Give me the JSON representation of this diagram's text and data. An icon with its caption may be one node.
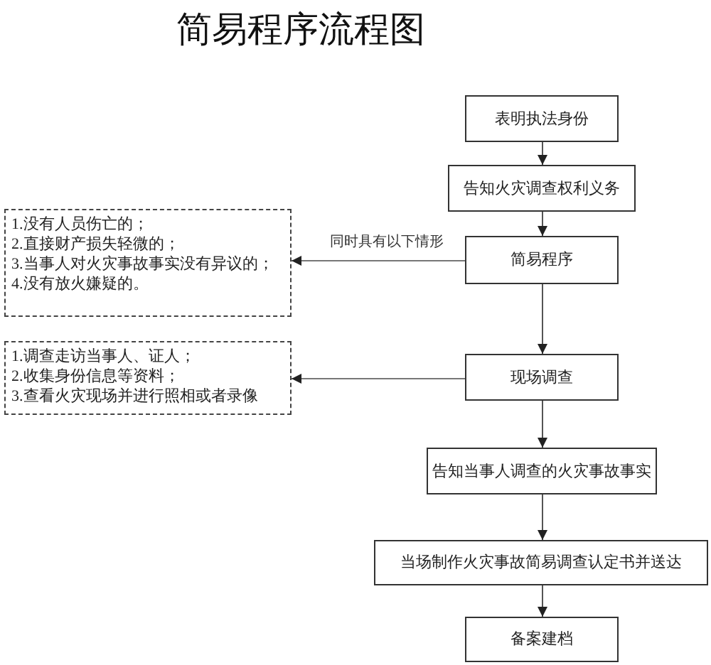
{
  "diagram": {
    "title": "简易程序流程图",
    "nodes": [
      {
        "text": [
          "表明执法身份"
        ]
      },
      {
        "text": [
          "告知火灾调查权利义务"
        ]
      },
      {
        "text": [
          "简易程序"
        ]
      },
      {
        "text": [
          "现场调查"
        ]
      },
      {
        "text": [
          "告知当事人调查的火灾事故事实"
        ]
      },
      {
        "text": [
          "当场制作火灾事故简易调查认定书并送达"
        ]
      },
      {
        "text": [
          "备案建档"
        ]
      },
      {
        "text": [
          "1.没有人员伤亡的；",
          "2.直接财产损失轻微的；",
          "3.当事人对火灾事故事实没有异议的；",
          "4.没有放火嫌疑的。"
        ]
      },
      {
        "text": [
          "1.调查走访当事人、证人；",
          "2.收集身份信息等资料；",
          "3.查看火灾现场并进行照相或者录像"
        ]
      }
    ],
    "edges": [
      {
        "from": 0,
        "to": 1,
        "arrow": "to"
      },
      {
        "from": 1,
        "to": 2,
        "arrow": "to"
      },
      {
        "from": 2,
        "to": 3,
        "arrow": "to"
      },
      {
        "from": 3,
        "to": 4,
        "arrow": "to"
      },
      {
        "from": 4,
        "to": 5,
        "arrow": "to"
      },
      {
        "from": 5,
        "to": 6,
        "arrow": "to"
      },
      {
        "from": 2,
        "to": 7,
        "arrow": "to",
        "label": "同时具有以下情形"
      },
      {
        "from": 3,
        "to": 8,
        "arrow": "to"
      }
    ]
  }
}
